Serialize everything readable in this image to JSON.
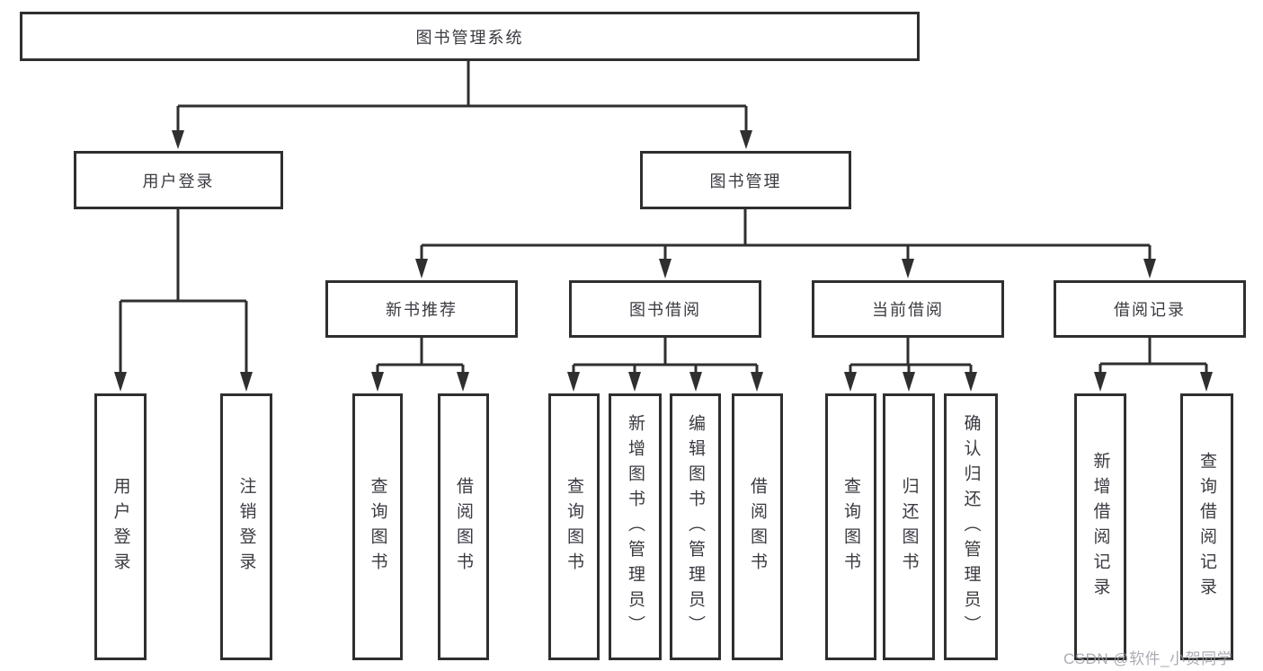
{
  "tree": {
    "label": "图书管理系统",
    "children": [
      {
        "label": "用户登录",
        "children": [
          {
            "label": "用户登录"
          },
          {
            "label": "注销登录"
          }
        ]
      },
      {
        "label": "图书管理",
        "children": [
          {
            "label": "新书推荐",
            "children": [
              {
                "label": "查询图书"
              },
              {
                "label": "借阅图书"
              }
            ]
          },
          {
            "label": "图书借阅",
            "children": [
              {
                "label": "查询图书"
              },
              {
                "label": "新增图书（管理员）"
              },
              {
                "label": "编辑图书（管理员）"
              },
              {
                "label": "借阅图书"
              }
            ]
          },
          {
            "label": "当前借阅",
            "children": [
              {
                "label": "查询图书"
              },
              {
                "label": "归还图书"
              },
              {
                "label": "确认归还（管理员）"
              }
            ]
          },
          {
            "label": "借阅记录",
            "children": [
              {
                "label": "新增借阅记录"
              },
              {
                "label": "查询借阅记录"
              }
            ]
          }
        ]
      }
    ]
  },
  "watermark": {
    "text": "CSDN @软件_小贺同学"
  },
  "colors": {
    "line": "#2f2f2f",
    "box_border": "#2f2f2f",
    "text": "#3a3a41",
    "background": "#ffffff",
    "watermark": "#9d9da7"
  }
}
